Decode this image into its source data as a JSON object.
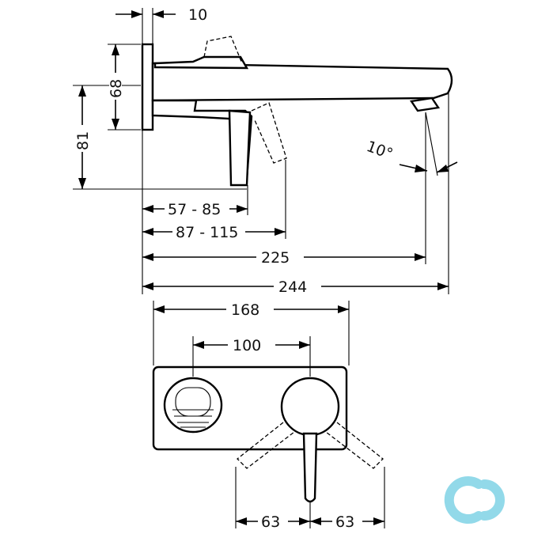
{
  "dimensions": {
    "wall_offset": "10",
    "plate_height": "68",
    "handle_height": "81",
    "handle_depth": "57 - 85",
    "handle_swing_depth": "87 - 115",
    "spout_outlet": "225",
    "spout_total": "244",
    "angle": "10°",
    "plate_width": "168",
    "center_distance": "100",
    "swing_left": "63",
    "swing_right": "63"
  },
  "colors": {
    "line": "#000000",
    "watermark": "#7fd3e6"
  },
  "watermark": {
    "icon": "cd-logo-icon"
  }
}
